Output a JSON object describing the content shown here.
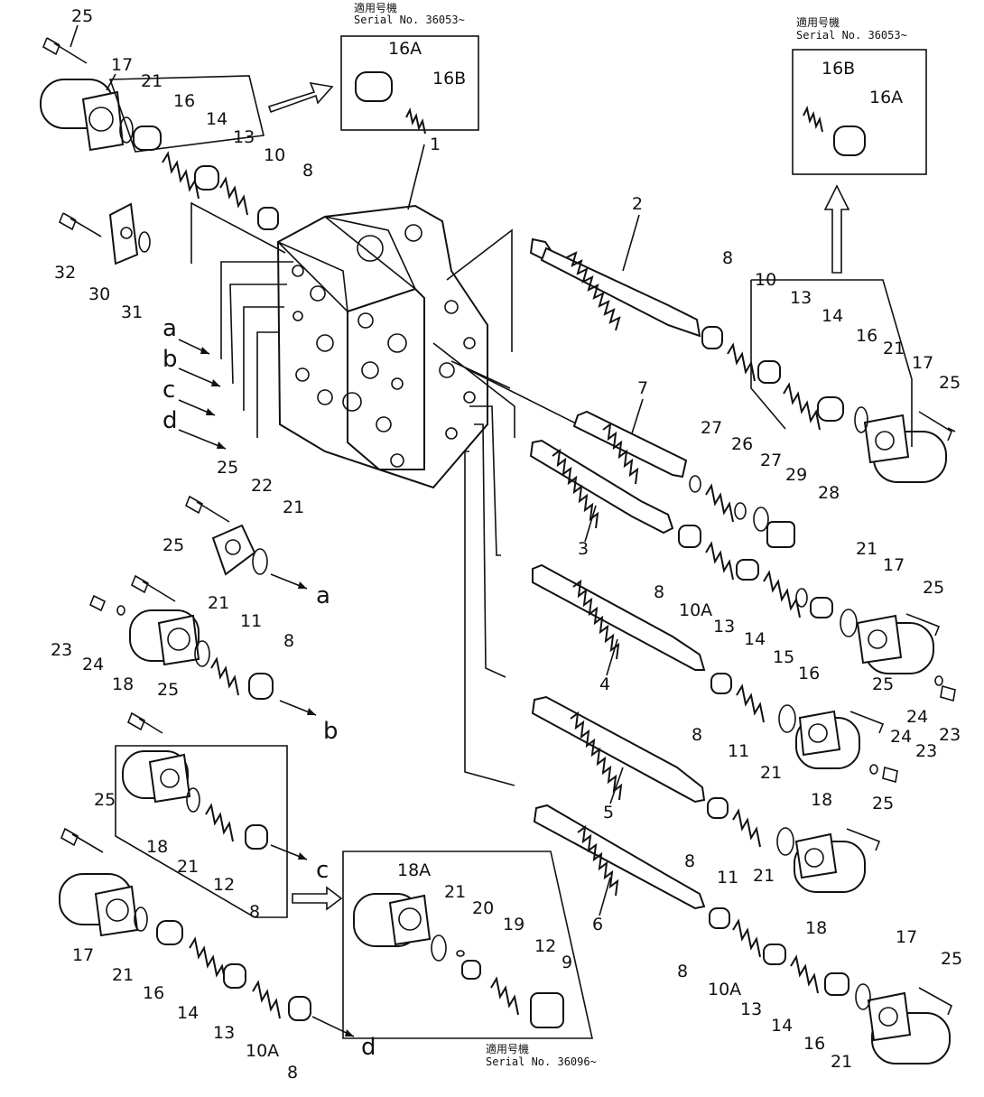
{
  "serial_notes": {
    "top_center": {
      "line1": "適用号機",
      "line2": "Serial  No.  36053~"
    },
    "top_right": {
      "line1": "適用号機",
      "line2": "Serial  No.  36053~"
    },
    "bottom": {
      "line1": "適用号機",
      "line2": "Serial  No.  36096~"
    }
  },
  "ports": {
    "a": "a",
    "b": "b",
    "c": "c",
    "d": "d"
  },
  "part_numbers": {
    "p1": "1",
    "p2": "2",
    "p3": "3",
    "p4": "4",
    "p5": "5",
    "p6": "6",
    "p7": "7",
    "p8": "8",
    "p9": "9",
    "p10": "10",
    "p10A": "10A",
    "p11": "11",
    "p12": "12",
    "p13": "13",
    "p14": "14",
    "p15": "15",
    "p16": "16",
    "p16A": "16A",
    "p16B": "16B",
    "p17": "17",
    "p18": "18",
    "p18A": "18A",
    "p19": "19",
    "p20": "20",
    "p21": "21",
    "p22": "22",
    "p23": "23",
    "p24": "24",
    "p25": "25",
    "p26": "26",
    "p27": "27",
    "p28": "28",
    "p29": "29",
    "p30": "30",
    "p31": "31",
    "p32": "32"
  }
}
